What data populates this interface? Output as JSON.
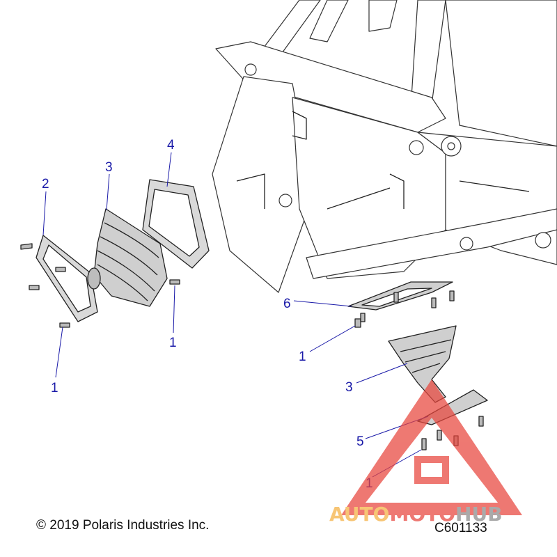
{
  "diagram": {
    "callouts": [
      {
        "id": "c2",
        "label": "2"
      },
      {
        "id": "c3a",
        "label": "3"
      },
      {
        "id": "c4",
        "label": "4"
      },
      {
        "id": "c1a",
        "label": "1"
      },
      {
        "id": "c1b",
        "label": "1"
      },
      {
        "id": "c6",
        "label": "6"
      },
      {
        "id": "c1c",
        "label": "1"
      },
      {
        "id": "c3b",
        "label": "3"
      },
      {
        "id": "c5",
        "label": "5"
      },
      {
        "id": "c1d",
        "label": "1"
      }
    ],
    "copyright": "© 2019 Polaris Industries Inc.",
    "drawing_code": "C601133"
  },
  "watermark": {
    "part1": "AUTO",
    "part2": "MOTO",
    "part3": "HUB",
    "color_auto": "#f5b041",
    "color_moto": "#e8453c",
    "color_hub": "#8a8a8a"
  }
}
